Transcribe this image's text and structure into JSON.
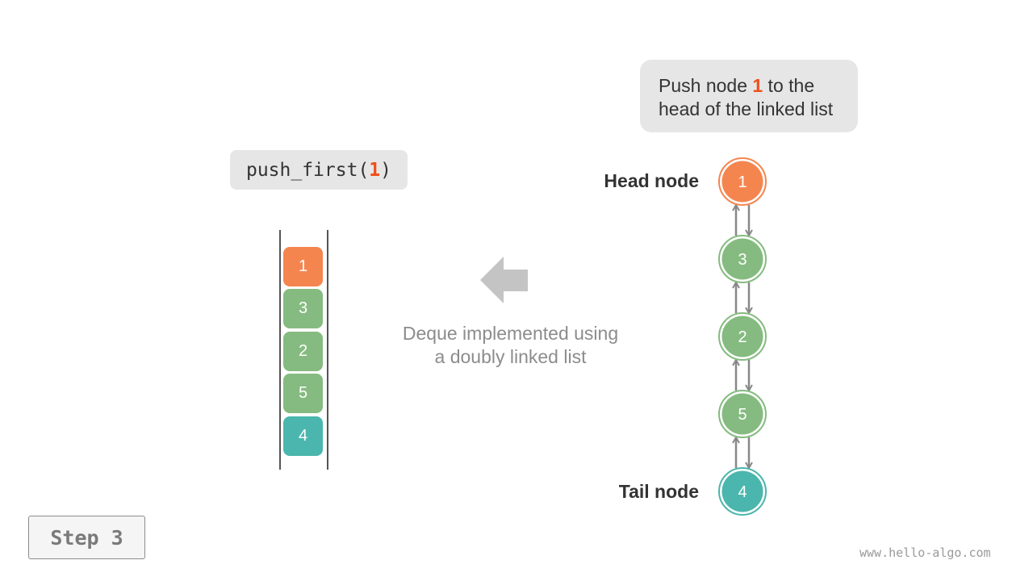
{
  "callout": {
    "prefix": "Push node ",
    "highlight": "1",
    "suffix_line1": " to the",
    "line2": "head of the linked list"
  },
  "operation": {
    "func": "push_first(",
    "arg": "1",
    "close": ")"
  },
  "deque_cells": [
    {
      "value": "1",
      "color": "#f5854f"
    },
    {
      "value": "3",
      "color": "#85bb80"
    },
    {
      "value": "2",
      "color": "#85bb80"
    },
    {
      "value": "5",
      "color": "#85bb80"
    },
    {
      "value": "4",
      "color": "#4bb6ad"
    }
  ],
  "caption": {
    "line1": "Deque implemented using",
    "line2": "a doubly linked list"
  },
  "linked_list": {
    "head_label": "Head node",
    "tail_label": "Tail node",
    "nodes": [
      {
        "value": "1",
        "color": "#f5854f"
      },
      {
        "value": "3",
        "color": "#85bb80"
      },
      {
        "value": "2",
        "color": "#85bb80"
      },
      {
        "value": "5",
        "color": "#85bb80"
      },
      {
        "value": "4",
        "color": "#4bb6ad"
      }
    ]
  },
  "step_label": "Step 3",
  "site": "www.hello-algo.com",
  "colors": {
    "highlight": "#f04e1c",
    "arrow": "#888888",
    "big_arrow": "#c4c4c4"
  }
}
